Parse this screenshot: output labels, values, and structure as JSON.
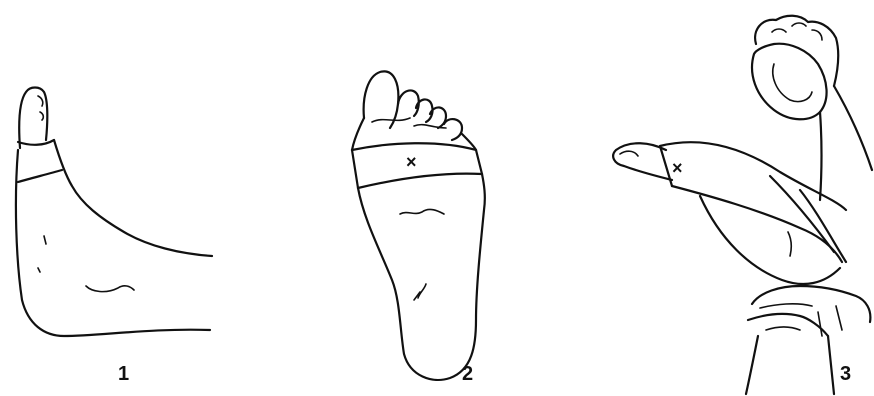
{
  "panels": [
    {
      "number": "1"
    },
    {
      "number": "2",
      "mark": "×"
    },
    {
      "number": "3",
      "mark": "×"
    }
  ]
}
